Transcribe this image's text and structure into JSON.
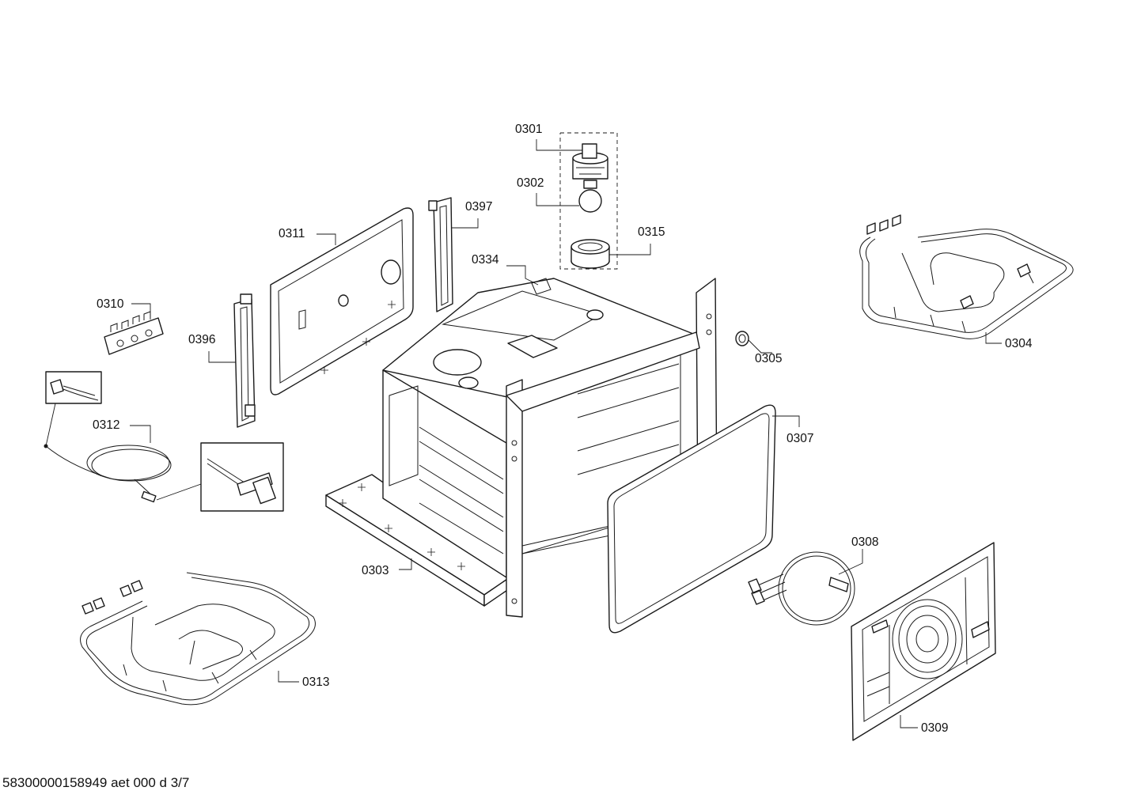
{
  "callouts": {
    "c0301": "0301",
    "c0302": "0302",
    "c0315": "0315",
    "c0397": "0397",
    "c0311": "0311",
    "c0334": "0334",
    "c0310": "0310",
    "c0396": "0396",
    "c0304": "0304",
    "c0305": "0305",
    "c0312": "0312",
    "c0307": "0307",
    "c0303": "0303",
    "c0308": "0308",
    "c0313": "0313",
    "c0309": "0309"
  },
  "footer": {
    "document_code": "58300000158949 aet 000 d 3/7"
  }
}
